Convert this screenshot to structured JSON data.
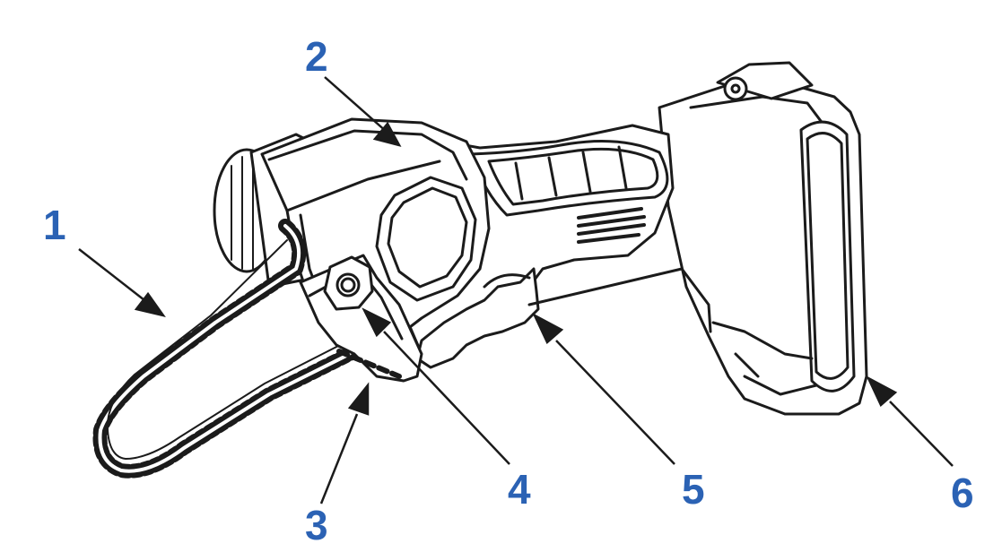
{
  "colors": {
    "callout_number": "#2b62b4",
    "line_art": "#1b1b1b",
    "background": "#ffffff"
  },
  "callouts": [
    {
      "number": "1"
    },
    {
      "number": "2"
    },
    {
      "number": "3"
    },
    {
      "number": "4"
    },
    {
      "number": "5"
    },
    {
      "number": "6"
    }
  ]
}
